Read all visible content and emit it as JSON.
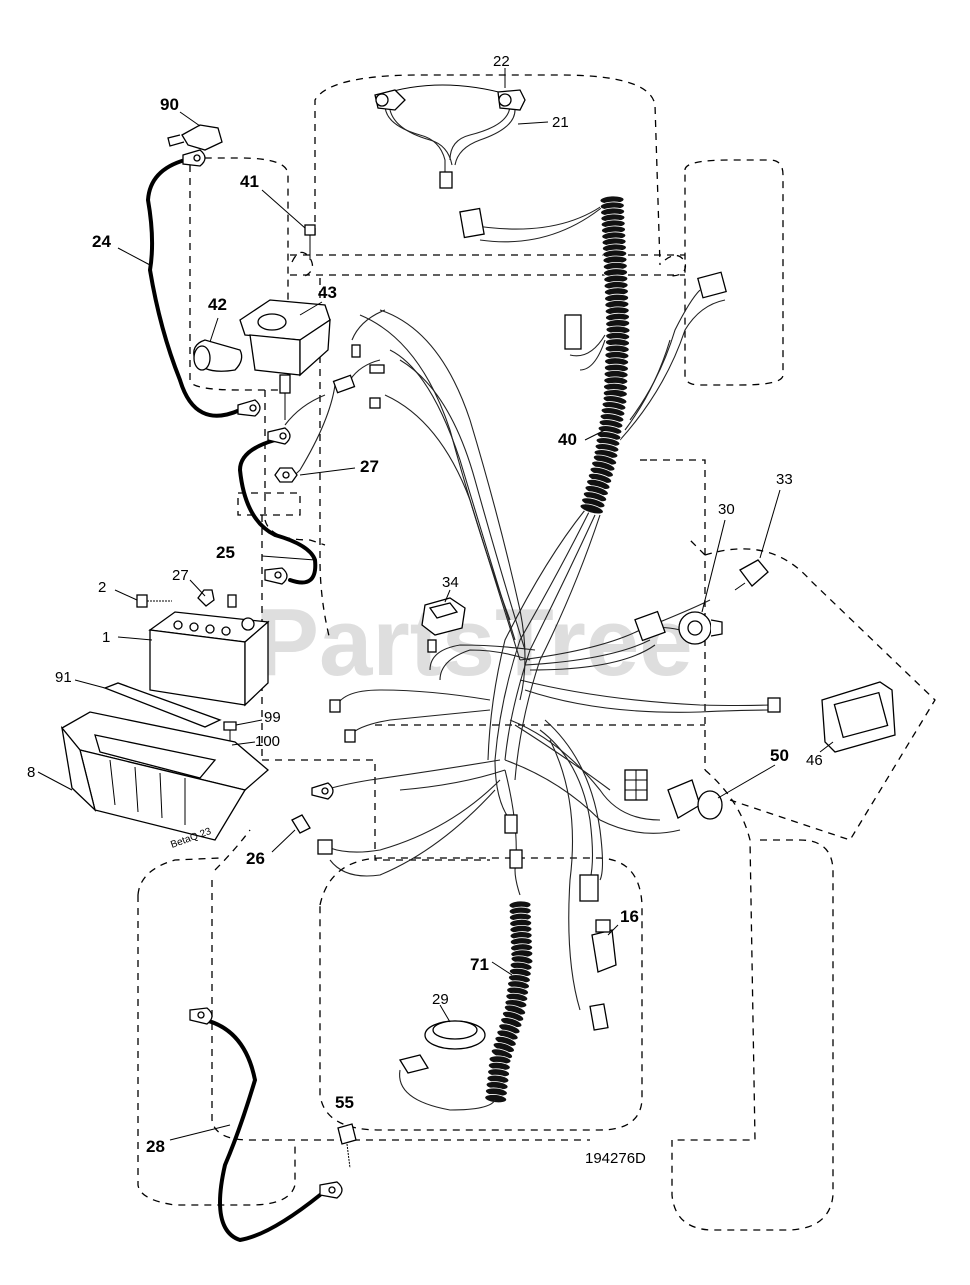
{
  "watermark": "PartsTree",
  "drawing_number": "194276D",
  "battery_mark": "BetaQ 23",
  "callouts": [
    {
      "id": "c90",
      "text": "90",
      "bold": true
    },
    {
      "id": "c41",
      "text": "41",
      "bold": false
    },
    {
      "id": "c24",
      "text": "24",
      "bold": true
    },
    {
      "id": "c42",
      "text": "42",
      "bold": true
    },
    {
      "id": "c43",
      "text": "43",
      "bold": true
    },
    {
      "id": "c22",
      "text": "22",
      "bold": false
    },
    {
      "id": "c21",
      "text": "21",
      "bold": false
    },
    {
      "id": "c40",
      "text": "40",
      "bold": true
    },
    {
      "id": "c27a",
      "text": "27",
      "bold": true
    },
    {
      "id": "c25",
      "text": "25",
      "bold": true
    },
    {
      "id": "c2",
      "text": "2",
      "bold": false
    },
    {
      "id": "c27b",
      "text": "27",
      "bold": false
    },
    {
      "id": "c1",
      "text": "1",
      "bold": false
    },
    {
      "id": "c91",
      "text": "91",
      "bold": false
    },
    {
      "id": "c99",
      "text": "99",
      "bold": false
    },
    {
      "id": "c100",
      "text": "100",
      "bold": false
    },
    {
      "id": "c8",
      "text": "8",
      "bold": false
    },
    {
      "id": "c34",
      "text": "34",
      "bold": false
    },
    {
      "id": "c33",
      "text": "33",
      "bold": false
    },
    {
      "id": "c30",
      "text": "30",
      "bold": false
    },
    {
      "id": "c46",
      "text": "46",
      "bold": false
    },
    {
      "id": "c50",
      "text": "50",
      "bold": true
    },
    {
      "id": "c26",
      "text": "26",
      "bold": true
    },
    {
      "id": "c16",
      "text": "16",
      "bold": true
    },
    {
      "id": "c71",
      "text": "71",
      "bold": true
    },
    {
      "id": "c29",
      "text": "29",
      "bold": false
    },
    {
      "id": "c55",
      "text": "55",
      "bold": true
    },
    {
      "id": "c28",
      "text": "28",
      "bold": true
    }
  ]
}
